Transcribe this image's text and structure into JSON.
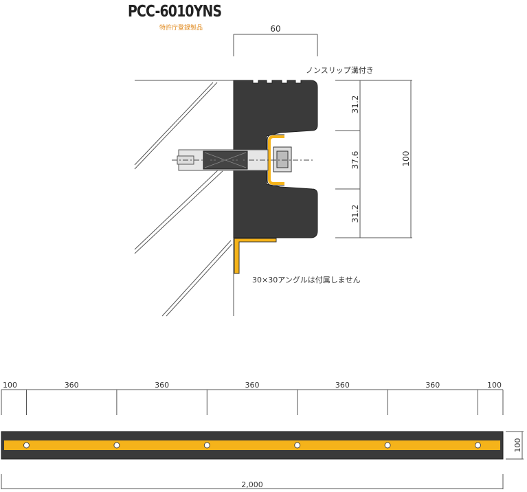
{
  "title": "PCC-6010YNS",
  "subtitle": "特許庁登録製品",
  "section": {
    "dim_top": "60",
    "dim_seg_top": "31.2",
    "dim_seg_mid": "37.6",
    "dim_seg_bot": "31.2",
    "dim_total": "100",
    "note_groove": "ノンスリップ溝付き",
    "note_angle": "30×30アングルは付属しません"
  },
  "plan": {
    "segments": [
      "100",
      "360",
      "360",
      "360",
      "360",
      "360",
      "100"
    ],
    "height": "100",
    "total": "2,000",
    "hole_count": 6
  },
  "colors": {
    "rubber": "#3a3a3a",
    "yellow": "#f5b31a",
    "accent_text": "#e08a1e"
  }
}
